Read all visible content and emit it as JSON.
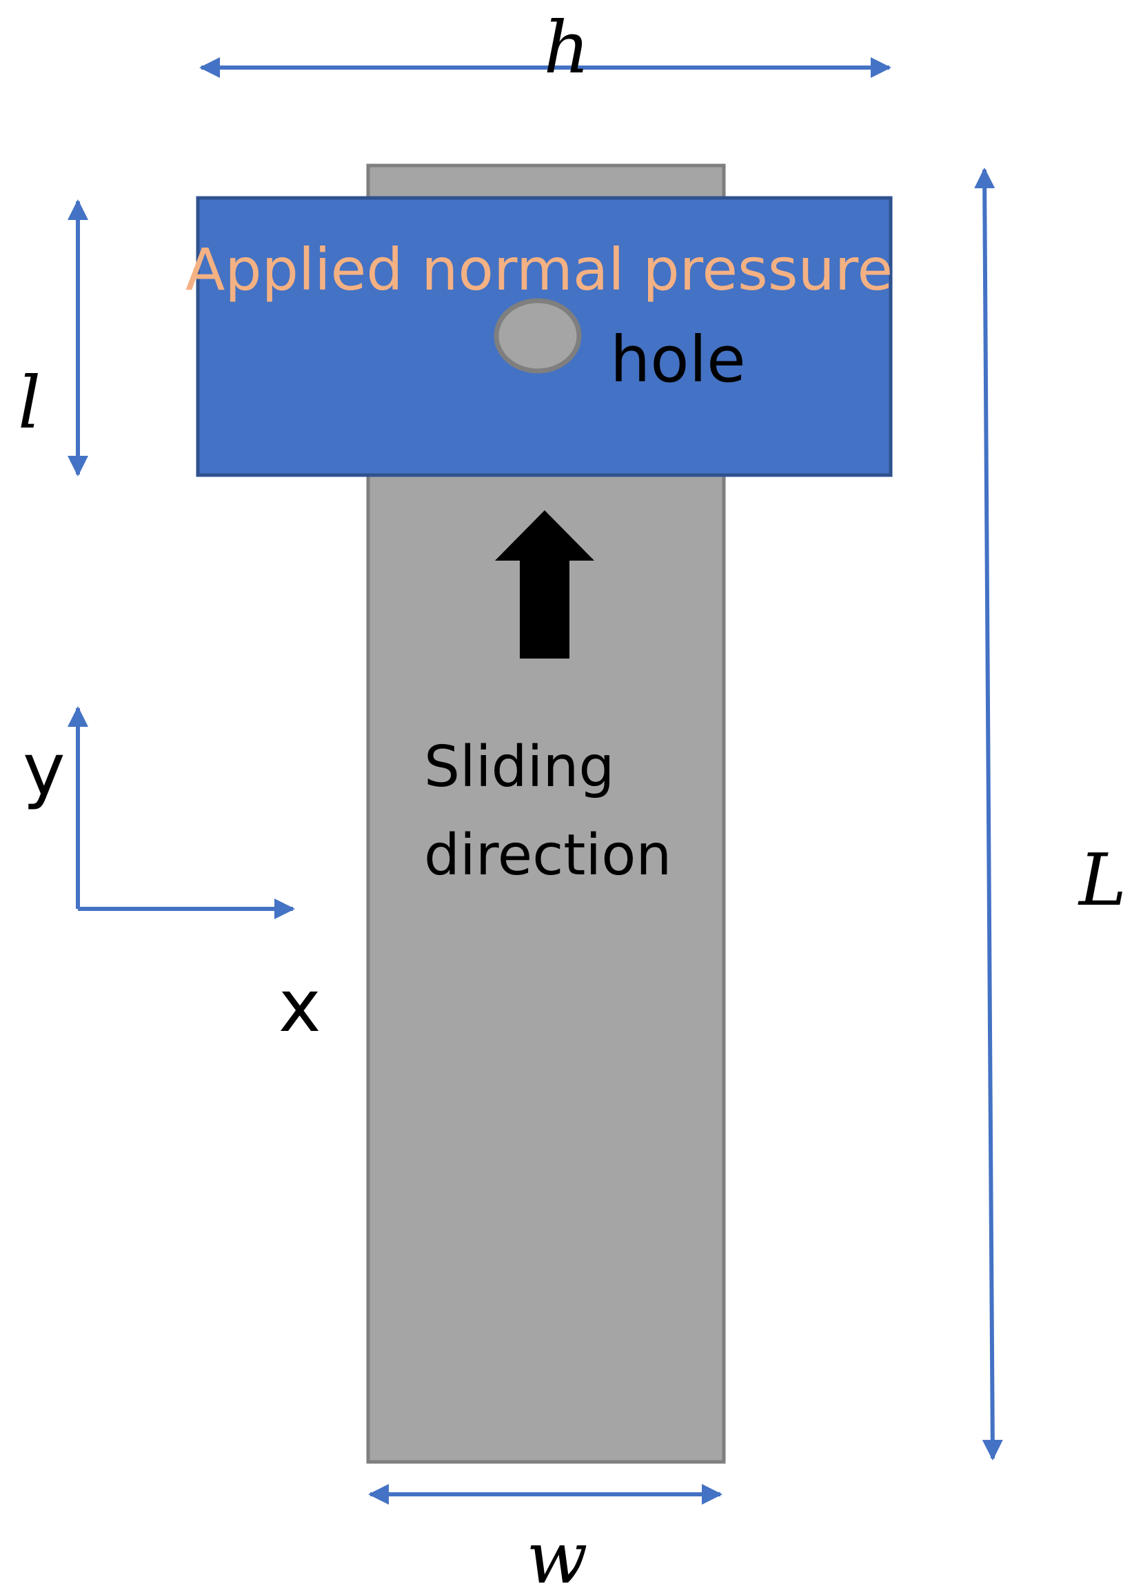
{
  "labels": {
    "applied_pressure": "Applied normal pressure",
    "hole": "hole",
    "sliding_line1": "Sliding",
    "sliding_line2": "direction",
    "axis_x": "x",
    "axis_y": "y",
    "dim_h": "h",
    "dim_l": "l",
    "dim_L": "L",
    "dim_w": "w"
  },
  "colors": {
    "specimen_fill": "#a5a5a5",
    "specimen_stroke": "#7f7f7f",
    "pad_fill": "#4472c4",
    "pad_stroke": "#2f528f",
    "pressure_text": "#f4b183",
    "dimension_arrow": "#4472c4",
    "hole_fill": "#a5a5a5",
    "hole_stroke": "#7f7f7f",
    "text": "#000000"
  }
}
